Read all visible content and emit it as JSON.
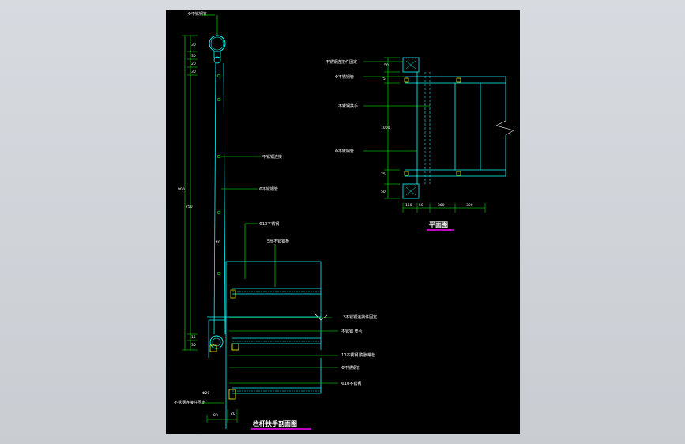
{
  "colors": {
    "background": "#000000",
    "frame": "#cfd3d8",
    "outline": "#00ffff",
    "leader": "#00ff00",
    "dimension": "#00ff00",
    "text": "#ffffff",
    "title_underline": "#ff00ff",
    "bolt": "#ffff00"
  },
  "section": {
    "title": "栏杆扶手剖面图",
    "labels": {
      "top_tube": "Φ不锈钢管",
      "bracket": "不锈钢连接",
      "post_tube": "Φ不锈钢管",
      "step_a": "Φ10不锈钢",
      "glass": "5厚不锈钢板",
      "bolt_left": "Φ20",
      "fixing": "不锈钢连接件固定",
      "embed_a": "2不锈钢连接件固定",
      "embed_b": "不锈钢 垫片",
      "embed_c": "10不锈钢 膨胀螺栓",
      "embed_d": "Φ不锈钢管",
      "embed_e": "Φ10不锈钢"
    },
    "dims": {
      "d1": "30",
      "d2": "30",
      "d3": "20",
      "d4": "30",
      "total": "900",
      "mid": "750",
      "d5": "40",
      "d6": "15",
      "d7": "30",
      "w1": "80",
      "w2": "20"
    }
  },
  "plan": {
    "title": "平面图",
    "labels": {
      "a": "不锈钢连接件固定",
      "b": "Φ不锈钢管",
      "c": "不锈钢扶手",
      "d": "Φ不锈钢管"
    },
    "dims": {
      "v1": "50",
      "v2": "75",
      "v3": "1000",
      "v4": "75",
      "v5": "50",
      "h1": "150",
      "h2": "50",
      "h3": "300",
      "h4": "300"
    }
  }
}
